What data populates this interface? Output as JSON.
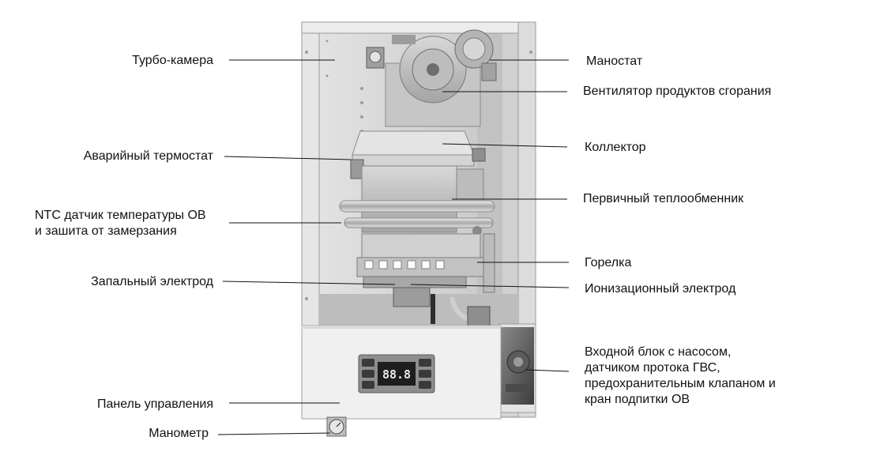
{
  "labels_left": [
    {
      "id": "turbo",
      "lines": [
        "Турбо-камера"
      ]
    },
    {
      "id": "emergency-thermostat",
      "lines": [
        "Аварийный термостат"
      ]
    },
    {
      "id": "ntc-sensor",
      "lines": [
        "NTC датчик температуры ОВ",
        "и зашита от замерзания"
      ]
    },
    {
      "id": "ignition-electrode",
      "lines": [
        "Запальный электрод"
      ]
    },
    {
      "id": "control-panel",
      "lines": [
        "Панель управления"
      ]
    },
    {
      "id": "manometer",
      "lines": [
        "Манометр"
      ]
    }
  ],
  "labels_right": [
    {
      "id": "manostat",
      "lines": [
        "Маностат"
      ]
    },
    {
      "id": "fan",
      "lines": [
        "Вентилятор продуктов сгорания"
      ]
    },
    {
      "id": "collector",
      "lines": [
        "Коллектор"
      ]
    },
    {
      "id": "heat-exchanger",
      "lines": [
        "Первичный теплообменник"
      ]
    },
    {
      "id": "burner",
      "lines": [
        "Горелка"
      ]
    },
    {
      "id": "ionization-electrode",
      "lines": [
        "Ионизационный электрод"
      ]
    },
    {
      "id": "inlet-block",
      "lines": [
        "Входной блок с насосом,",
        "датчиком протока ГВС,",
        "предохранительным клапаном и",
        "кран подпитки ОВ"
      ]
    }
  ],
  "display": {
    "digits": "88.8"
  }
}
